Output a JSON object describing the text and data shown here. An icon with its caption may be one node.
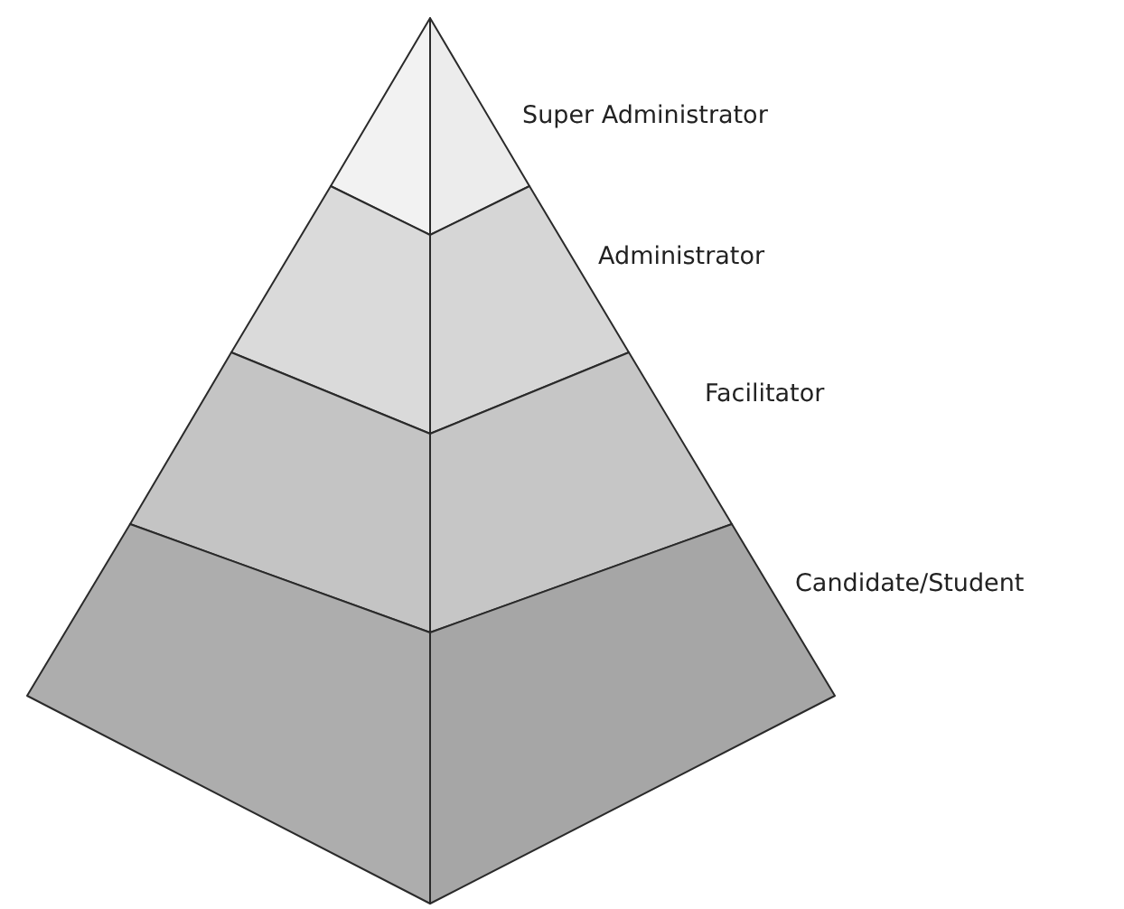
{
  "diagram": {
    "nodes": [
      {
        "text": [
          "Super Administrator"
        ]
      },
      {
        "text": [
          "Administrator"
        ]
      },
      {
        "text": [
          "Facilitator"
        ]
      },
      {
        "text": [
          "Candidate/Student"
        ]
      }
    ]
  }
}
